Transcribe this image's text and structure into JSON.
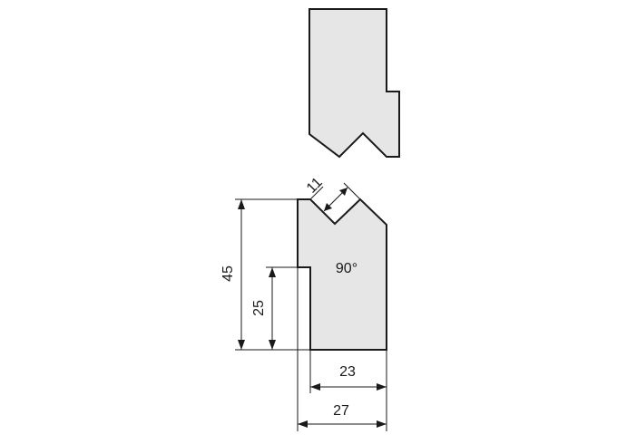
{
  "dimensions": {
    "total_height": "45",
    "step_height": "25",
    "top_width": "23",
    "base_width": "27",
    "v_opening": "11",
    "v_angle": "90°"
  }
}
